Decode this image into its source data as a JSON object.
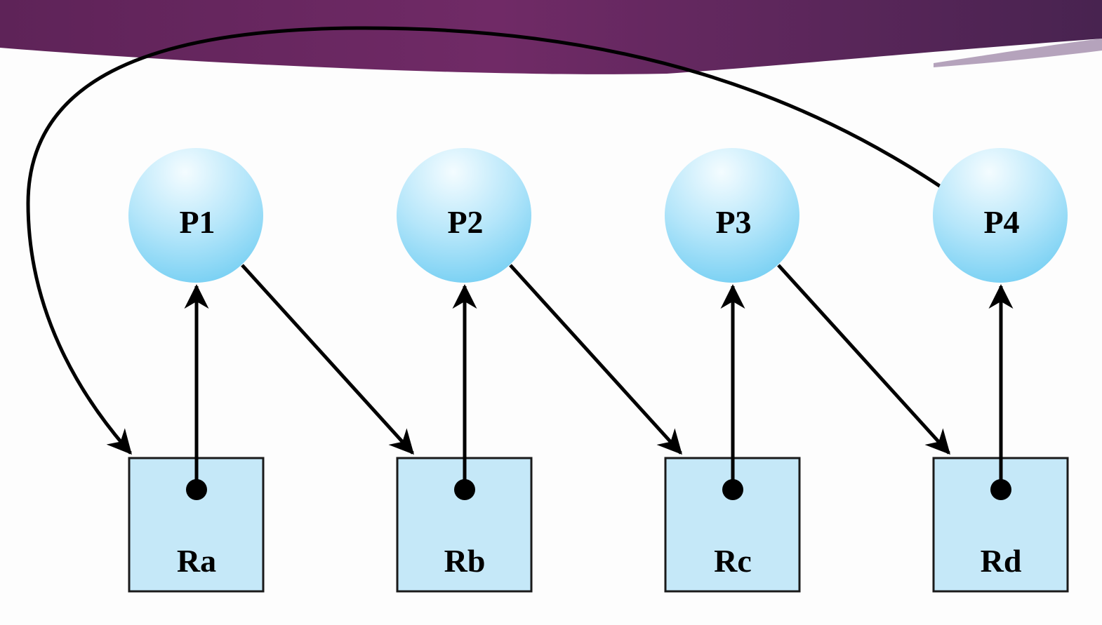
{
  "colors": {
    "banner_start": "#5e2358",
    "banner_mid": "#6f2a66",
    "banner_end": "#4a2450",
    "process_light": "#f2fbff",
    "process_dark": "#7fd3f4",
    "resource_fill": "#c5e8f8",
    "stroke": "#000000"
  },
  "processes": [
    {
      "id": "p1",
      "label": "P1"
    },
    {
      "id": "p2",
      "label": "P2"
    },
    {
      "id": "p3",
      "label": "P3"
    },
    {
      "id": "p4",
      "label": "P4"
    }
  ],
  "resources": [
    {
      "id": "ra",
      "label": "Ra"
    },
    {
      "id": "rb",
      "label": "Rb"
    },
    {
      "id": "rc",
      "label": "Rc"
    },
    {
      "id": "rd",
      "label": "Rd"
    }
  ],
  "edges": [
    {
      "from": "Ra",
      "to": "P1",
      "kind": "held-by"
    },
    {
      "from": "Rb",
      "to": "P2",
      "kind": "held-by"
    },
    {
      "from": "Rc",
      "to": "P3",
      "kind": "held-by"
    },
    {
      "from": "Rd",
      "to": "P4",
      "kind": "held-by"
    },
    {
      "from": "P1",
      "to": "Rb",
      "kind": "requests"
    },
    {
      "from": "P2",
      "to": "Rc",
      "kind": "requests"
    },
    {
      "from": "P3",
      "to": "Rd",
      "kind": "requests"
    },
    {
      "from": "P4",
      "to": "Ra",
      "kind": "requests"
    }
  ]
}
